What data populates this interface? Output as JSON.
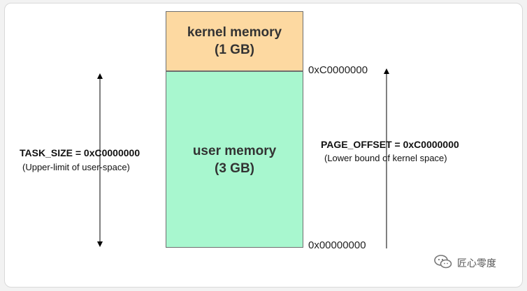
{
  "kernel_block": {
    "line1": "kernel memory",
    "line2": "(1 GB)",
    "color": "#fdd9a1"
  },
  "user_block": {
    "line1": "user memory",
    "line2": "(3 GB)",
    "color": "#a8f7cf"
  },
  "addresses": {
    "top": "0xC0000000",
    "bottom": "0x00000000"
  },
  "left_label": {
    "title": "TASK_SIZE = 0xC0000000",
    "subtitle": "(Upper-limit of user-space)"
  },
  "right_label": {
    "title": "PAGE_OFFSET = 0xC0000000",
    "subtitle": "(Lower bound of kernel space)"
  },
  "watermark": {
    "icon": "wechat-icon",
    "text": "匠心零度"
  }
}
